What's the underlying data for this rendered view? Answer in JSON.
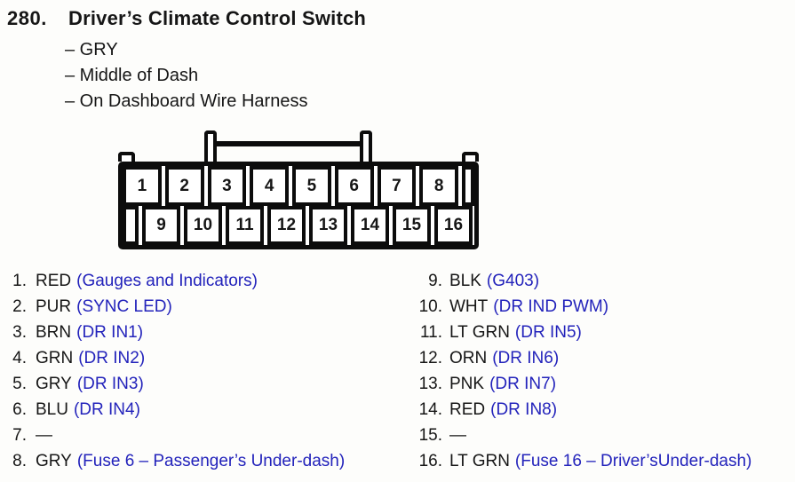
{
  "header": {
    "item_number": "280.",
    "title": "Driver’s Climate Control Switch"
  },
  "details": [
    "– GRY",
    "– Middle of Dash",
    "– On Dashboard Wire Harness"
  ],
  "connector": {
    "top_pins": [
      "1",
      "2",
      "3",
      "4",
      "5",
      "6",
      "7",
      "8",
      ""
    ],
    "bottom_pins": [
      "",
      "9",
      "10",
      "11",
      "12",
      "13",
      "14",
      "15",
      "16"
    ]
  },
  "pins_left": [
    {
      "num": "1.",
      "wire": "RED",
      "signal": "(Gauges and Indicators)"
    },
    {
      "num": "2.",
      "wire": "PUR",
      "signal": "(SYNC LED)"
    },
    {
      "num": "3.",
      "wire": "BRN",
      "signal": "(DR IN1)"
    },
    {
      "num": "4.",
      "wire": "GRN",
      "signal": "(DR IN2)"
    },
    {
      "num": "5.",
      "wire": "GRY",
      "signal": "(DR IN3)"
    },
    {
      "num": "6.",
      "wire": "BLU",
      "signal": "(DR IN4)"
    },
    {
      "num": "7.",
      "wire": "—",
      "signal": ""
    },
    {
      "num": "8.",
      "wire": "GRY",
      "signal": "(Fuse 6 – Passenger’s Under-dash)"
    }
  ],
  "pins_right": [
    {
      "num": "9.",
      "wire": "BLK",
      "signal": "(G403)"
    },
    {
      "num": "10.",
      "wire": "WHT",
      "signal": "(DR IND PWM)"
    },
    {
      "num": "11.",
      "wire": "LT GRN",
      "signal": "(DR IN5)"
    },
    {
      "num": "12.",
      "wire": "ORN",
      "signal": "(DR IN6)"
    },
    {
      "num": "13.",
      "wire": "PNK",
      "signal": "(DR IN7)"
    },
    {
      "num": "14.",
      "wire": "RED",
      "signal": "(DR IN8)"
    },
    {
      "num": "15.",
      "wire": "—",
      "signal": ""
    },
    {
      "num": "16.",
      "wire": "LT GRN",
      "signal": "(Fuse 16 – Driver’sUnder-dash)"
    }
  ],
  "colors": {
    "signal_blue": "#2323bb",
    "ink": "#161616",
    "line": "#0c0c0c"
  }
}
